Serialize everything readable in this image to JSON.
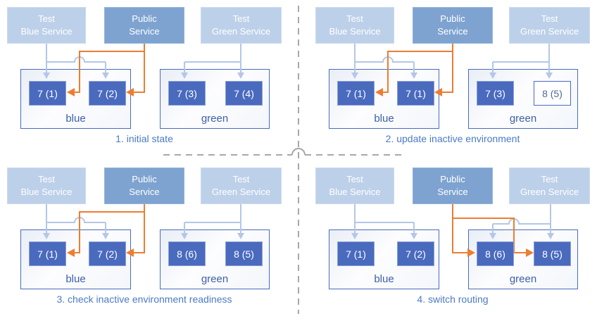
{
  "colors": {
    "light_service_blue": "#bdd0e9",
    "public_service_blue": "#7ea3d0",
    "version_box_blue": "#4a6abe",
    "connector_light_blue": "#b4c7e7",
    "connector_orange": "#ed7d31",
    "caption_blue": "#4a7ac5",
    "divider_gray": "#a8a8a8"
  },
  "services": {
    "test_blue": {
      "line1": "Test",
      "line2": "Blue Service"
    },
    "public": {
      "line1": "Public",
      "line2": "Service"
    },
    "test_green": {
      "line1": "Test",
      "line2": "Green Service"
    }
  },
  "panels": [
    {
      "caption": "1. initial state",
      "public_routes_to": "blue",
      "blue_env": {
        "label": "blue",
        "boxes": [
          {
            "label": "7 (1)",
            "variant": "filled"
          },
          {
            "label": "7 (2)",
            "variant": "filled"
          }
        ]
      },
      "green_env": {
        "label": "green",
        "boxes": [
          {
            "label": "7 (3)",
            "variant": "filled"
          },
          {
            "label": "7 (4)",
            "variant": "filled"
          }
        ]
      }
    },
    {
      "caption": "2. update inactive environment",
      "public_routes_to": "blue",
      "blue_env": {
        "label": "blue",
        "boxes": [
          {
            "label": "7 (1)",
            "variant": "filled"
          },
          {
            "label": "7 (1)",
            "variant": "filled"
          }
        ]
      },
      "green_env": {
        "label": "green",
        "boxes": [
          {
            "label": "7 (3)",
            "variant": "filled"
          },
          {
            "label": "8 (5)",
            "variant": "outlined"
          }
        ]
      }
    },
    {
      "caption": "3. check inactive environment readiness",
      "public_routes_to": "blue",
      "blue_env": {
        "label": "blue",
        "boxes": [
          {
            "label": "7 (1)",
            "variant": "filled"
          },
          {
            "label": "7 (2)",
            "variant": "filled"
          }
        ]
      },
      "green_env": {
        "label": "green",
        "boxes": [
          {
            "label": "8 (6)",
            "variant": "filled"
          },
          {
            "label": "8 (5)",
            "variant": "filled"
          }
        ]
      }
    },
    {
      "caption": "4. switch routing",
      "public_routes_to": "green",
      "blue_env": {
        "label": "blue",
        "boxes": [
          {
            "label": "7 (1)",
            "variant": "filled"
          },
          {
            "label": "7 (2)",
            "variant": "filled"
          }
        ]
      },
      "green_env": {
        "label": "green",
        "boxes": [
          {
            "label": "8 (6)",
            "variant": "filled"
          },
          {
            "label": "8 (5)",
            "variant": "filled"
          }
        ]
      }
    }
  ]
}
